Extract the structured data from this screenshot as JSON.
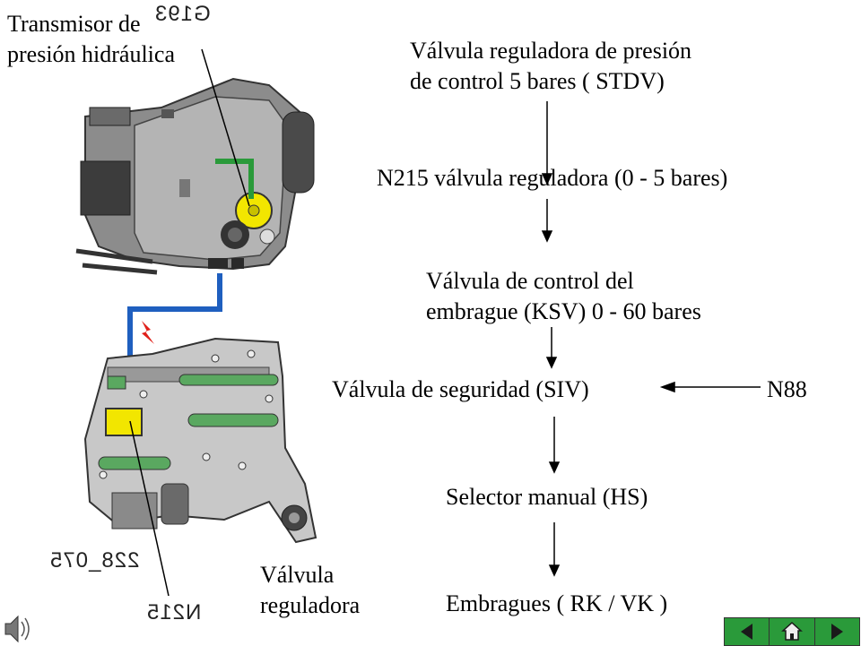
{
  "labels": {
    "transmitter": "Transmisor de\npresión hidráulica",
    "reg_valve": "Válvula\nreguladora",
    "sensor_code": "G193",
    "part_number": "228_075",
    "valve_code": "N215"
  },
  "flow": {
    "step1": "Válvula reguladora de presión\nde control 5 bares ( STDV)",
    "step2": "N215 válvula reguladora (0 - 5 bares)",
    "step3": "Válvula de control del\nembrague (KSV) 0 - 60 bares",
    "step4": "Válvula de seguridad (SIV)",
    "side_input": "N88",
    "step5": "Selector manual (HS)",
    "step6": "Embragues ( RK / VK )"
  },
  "nav": {
    "buttons": [
      "previous",
      "home",
      "next"
    ]
  },
  "colors": {
    "pipe_blue": "#1f5fbf",
    "solenoid_yellow": "#f2e600",
    "spring_green": "#3aa24a",
    "nav_green": "#2a9a3a",
    "warning_red": "#e0201a"
  }
}
